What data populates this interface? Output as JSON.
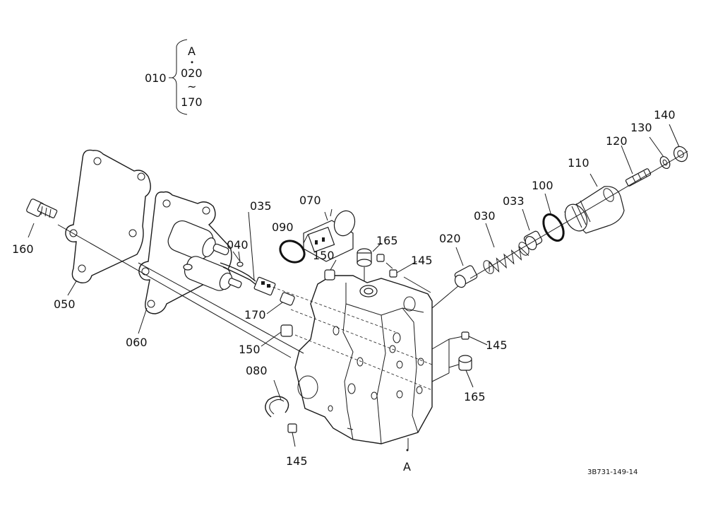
{
  "assembly": {
    "code": "010",
    "top": "A",
    "mid": "020",
    "sep": "~",
    "bottom": "170"
  },
  "parts": [
    {
      "id": "p010",
      "label": "010"
    },
    {
      "id": "p020",
      "label": "020"
    },
    {
      "id": "p030",
      "label": "030"
    },
    {
      "id": "p033",
      "label": "033"
    },
    {
      "id": "p035",
      "label": "035"
    },
    {
      "id": "p040",
      "label": "040"
    },
    {
      "id": "p050",
      "label": "050"
    },
    {
      "id": "p060",
      "label": "060"
    },
    {
      "id": "p070",
      "label": "070"
    },
    {
      "id": "p080",
      "label": "080"
    },
    {
      "id": "p090",
      "label": "090"
    },
    {
      "id": "p100",
      "label": "100"
    },
    {
      "id": "p110",
      "label": "110"
    },
    {
      "id": "p120",
      "label": "120"
    },
    {
      "id": "p130",
      "label": "130"
    },
    {
      "id": "p140",
      "label": "140"
    },
    {
      "id": "p145",
      "label": "145"
    },
    {
      "id": "p150",
      "label": "150"
    },
    {
      "id": "p160",
      "label": "160"
    },
    {
      "id": "p165",
      "label": "165"
    },
    {
      "id": "p170",
      "label": "170"
    }
  ],
  "assembly_marker": "A",
  "drawing_code": "3B731-149-14"
}
